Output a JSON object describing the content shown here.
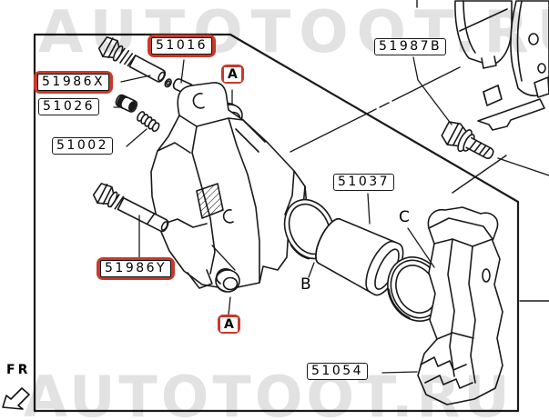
{
  "watermarks": {
    "top": "AUTOTOOT.RU",
    "bottom": "AUTOTOOT.RU"
  },
  "colors": {
    "highlight_red": "#c8392b",
    "line_black": "#1a1a1a",
    "watermark_gray": "#e2e2e2"
  },
  "direction_indicator": {
    "label": "FR"
  },
  "labels": {
    "p51016": {
      "text": "51016",
      "highlighted": true
    },
    "p51986x": {
      "text": "51986X",
      "highlighted": true
    },
    "p51026": {
      "text": "51026",
      "highlighted": false
    },
    "p51002": {
      "text": "51002",
      "highlighted": false
    },
    "p51987b": {
      "text": "51987B",
      "highlighted": false
    },
    "p51037": {
      "text": "51037",
      "highlighted": false
    },
    "p51986y": {
      "text": "51986Y",
      "highlighted": true
    },
    "p51054": {
      "text": "51054",
      "highlighted": false
    },
    "a_top": {
      "text": "A",
      "highlighted": true
    },
    "a_bottom": {
      "text": "A",
      "highlighted": true
    },
    "b": {
      "text": "B",
      "highlighted": false
    },
    "c": {
      "text": "C",
      "highlighted": false
    }
  }
}
